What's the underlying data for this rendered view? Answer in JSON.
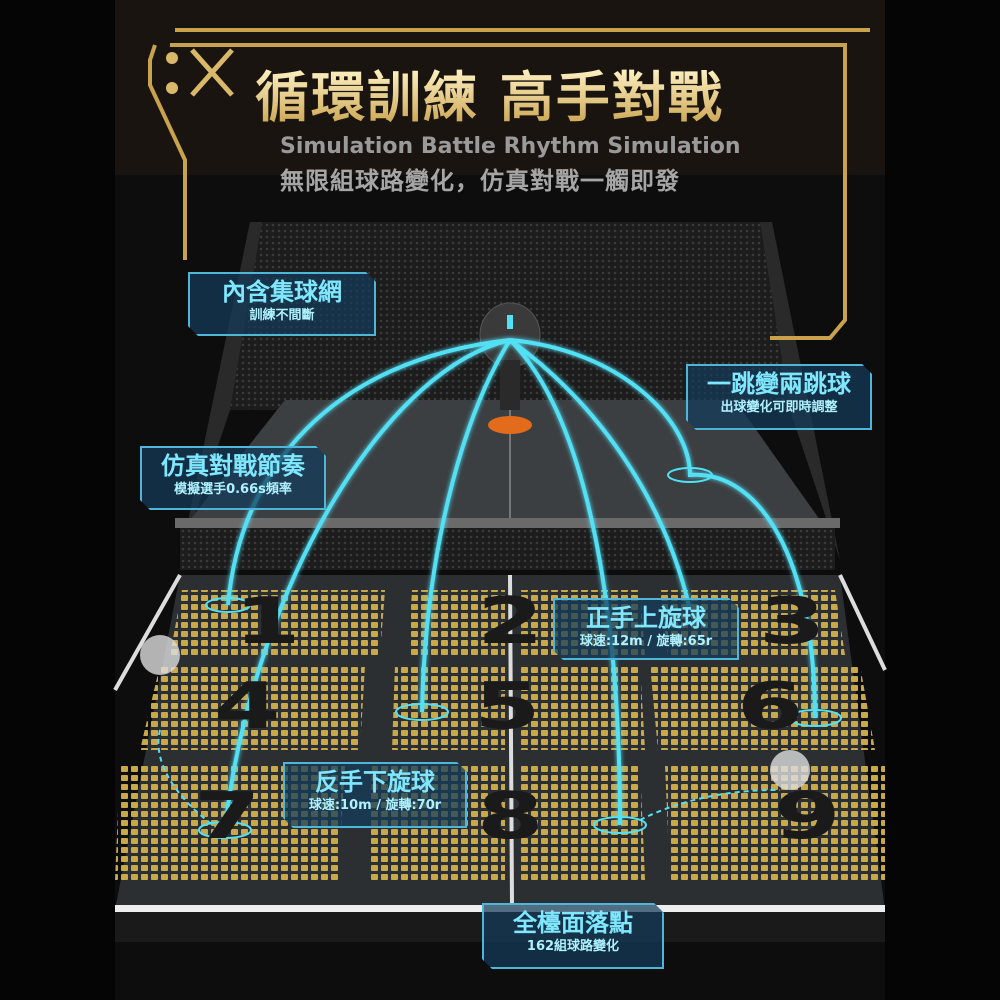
{
  "header": {
    "title": "循環訓練 高手對戰",
    "subtitle_en": "Simulation Battle Rhythm Simulation",
    "subtitle_zh": "無限組球路變化，仿真對戰一觸即發"
  },
  "callouts": [
    {
      "title": "內含集球網",
      "sub": "訓練不間斷"
    },
    {
      "title": "一跳變兩跳球",
      "sub": "出球變化可即時調整"
    },
    {
      "title": "仿真對戰節奏",
      "sub": "模擬選手0.66s頻率"
    },
    {
      "title": "正手上旋球",
      "sub": "球速:12m / 旋轉:65r"
    },
    {
      "title": "反手下旋球",
      "sub": "球速:10m / 旋轉:70r"
    },
    {
      "title": "全檯面落點",
      "sub": "162組球路變化"
    }
  ],
  "zones": [
    "1",
    "2",
    "3",
    "4",
    "5",
    "6",
    "7",
    "8",
    "9"
  ],
  "colors": {
    "gold": "#d9b86a",
    "trajectory": "#52e0f5",
    "zone": "#b89a3c",
    "table": "#3a3d40"
  }
}
